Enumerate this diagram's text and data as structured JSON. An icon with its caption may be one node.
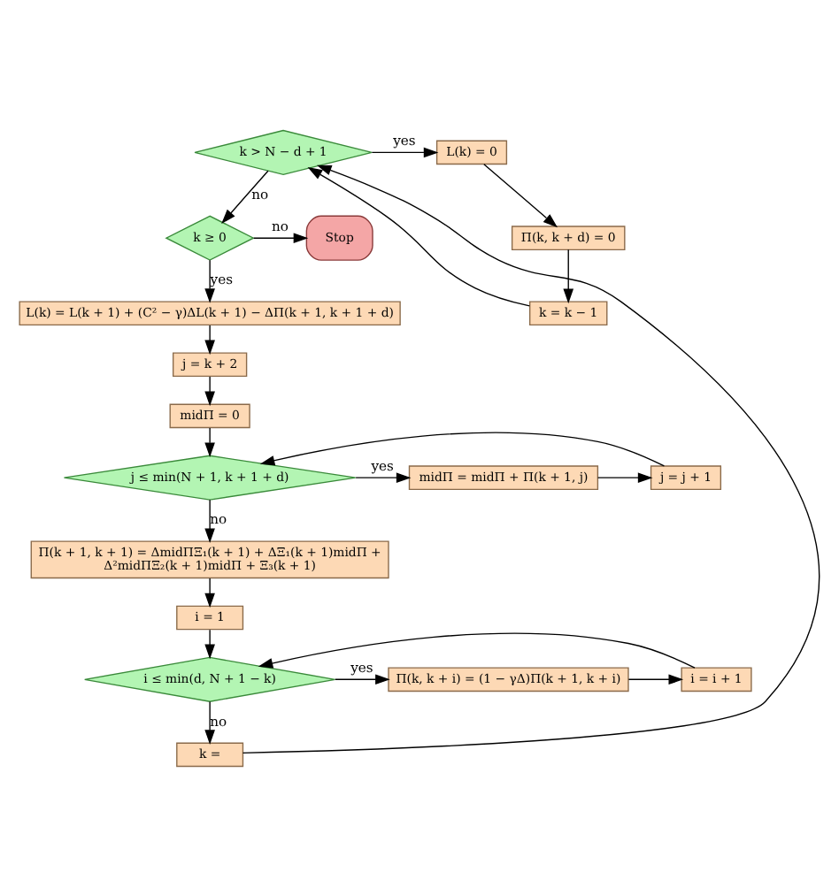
{
  "diagram": {
    "nodes": [
      {
        "text": [
          "k > N − d + 1"
        ]
      },
      {
        "text": [
          "L(k) = 0"
        ]
      },
      {
        "text": [
          "Π(k, k + d) = 0"
        ]
      },
      {
        "text": [
          "k = k − 1"
        ]
      },
      {
        "text": [
          "k ≥ 0"
        ]
      },
      {
        "text": [
          "Stop"
        ]
      },
      {
        "text": [
          "L(k) = L(k + 1) + (C² − γ)ΔL(k + 1) − ΔΠ(k + 1, k + 1 + d)"
        ]
      },
      {
        "text": [
          "j = k + 2"
        ]
      },
      {
        "text": [
          "midΠ = 0"
        ]
      },
      {
        "text": [
          "j ≤ min(N + 1, k + 1 + d)"
        ]
      },
      {
        "text": [
          "midΠ = midΠ + Π(k + 1, j)"
        ]
      },
      {
        "text": [
          "j = j + 1"
        ]
      },
      {
        "text": [
          "Π(k + 1, k + 1) = ΔmidΠΞ₁(k + 1) + ΔΞ₁(k + 1)midΠ + Δ²midΠΞ₂(k + 1)midΠ + Ξ₃(k + 1)"
        ]
      },
      {
        "text": [
          "i = 1"
        ]
      },
      {
        "text": [
          "i ≤ min(d, N + 1 − k)"
        ]
      },
      {
        "text": [
          "Π(k, k + i) = (1 − γΔ)Π(k + 1, k + i)"
        ]
      },
      {
        "text": [
          "i = i + 1"
        ]
      },
      {
        "text": [
          "k ="
        ]
      }
    ],
    "edges": [
      {
        "from": 0,
        "to": 1,
        "arrow": "to",
        "label": "yes"
      },
      {
        "from": 1,
        "to": 2,
        "arrow": "to"
      },
      {
        "from": 2,
        "to": 3,
        "arrow": "to"
      },
      {
        "from": 3,
        "to": 0,
        "arrow": "to"
      },
      {
        "from": 0,
        "to": 4,
        "arrow": "to",
        "label": "no"
      },
      {
        "from": 4,
        "to": 5,
        "arrow": "to",
        "label": "no"
      },
      {
        "from": 4,
        "to": 6,
        "arrow": "to",
        "label": "yes"
      },
      {
        "from": 6,
        "to": 7,
        "arrow": "to"
      },
      {
        "from": 7,
        "to": 8,
        "arrow": "to"
      },
      {
        "from": 8,
        "to": 9,
        "arrow": "to"
      },
      {
        "from": 9,
        "to": 10,
        "arrow": "to",
        "label": "yes"
      },
      {
        "from": 10,
        "to": 11,
        "arrow": "to"
      },
      {
        "from": 11,
        "to": 9,
        "arrow": "to"
      },
      {
        "from": 9,
        "to": 12,
        "arrow": "to",
        "label": "no"
      },
      {
        "from": 12,
        "to": 13,
        "arrow": "to"
      },
      {
        "from": 13,
        "to": 14,
        "arrow": "to"
      },
      {
        "from": 14,
        "to": 15,
        "arrow": "to",
        "label": "yes"
      },
      {
        "from": 15,
        "to": 16,
        "arrow": "to"
      },
      {
        "from": 16,
        "to": 14,
        "arrow": "to"
      },
      {
        "from": 14,
        "to": 17,
        "arrow": "to",
        "label": "no"
      },
      {
        "from": 17,
        "to": 0,
        "arrow": "to"
      }
    ]
  }
}
